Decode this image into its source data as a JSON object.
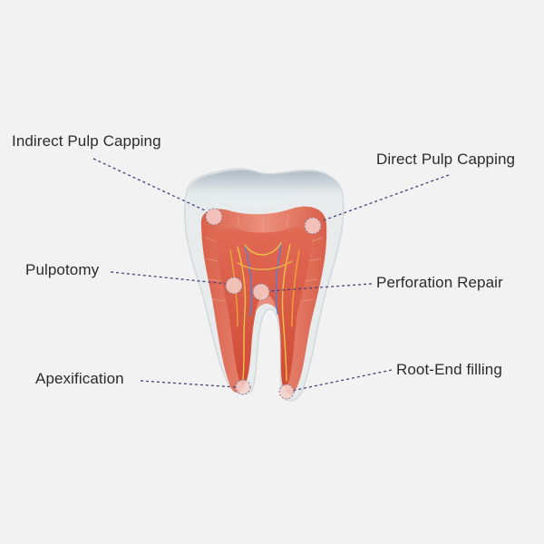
{
  "labels": {
    "indirect_pulp_capping": "Indirect Pulp Capping",
    "direct_pulp_capping": "Direct Pulp Capping",
    "pulpotomy": "Pulpotomy",
    "perforation_repair": "Perforation Repair",
    "apexification": "Apexification",
    "root_end_filling": "Root-End filling"
  },
  "colors": {
    "background": "#f2f2f2",
    "enamel": "#c9d3d9",
    "tooth_outline": "#e9ecee",
    "dentin": "#e88a78",
    "pulp": "#d9543f",
    "leader_line": "#4a3f7a",
    "marker_fill": "#f5c9c3"
  }
}
